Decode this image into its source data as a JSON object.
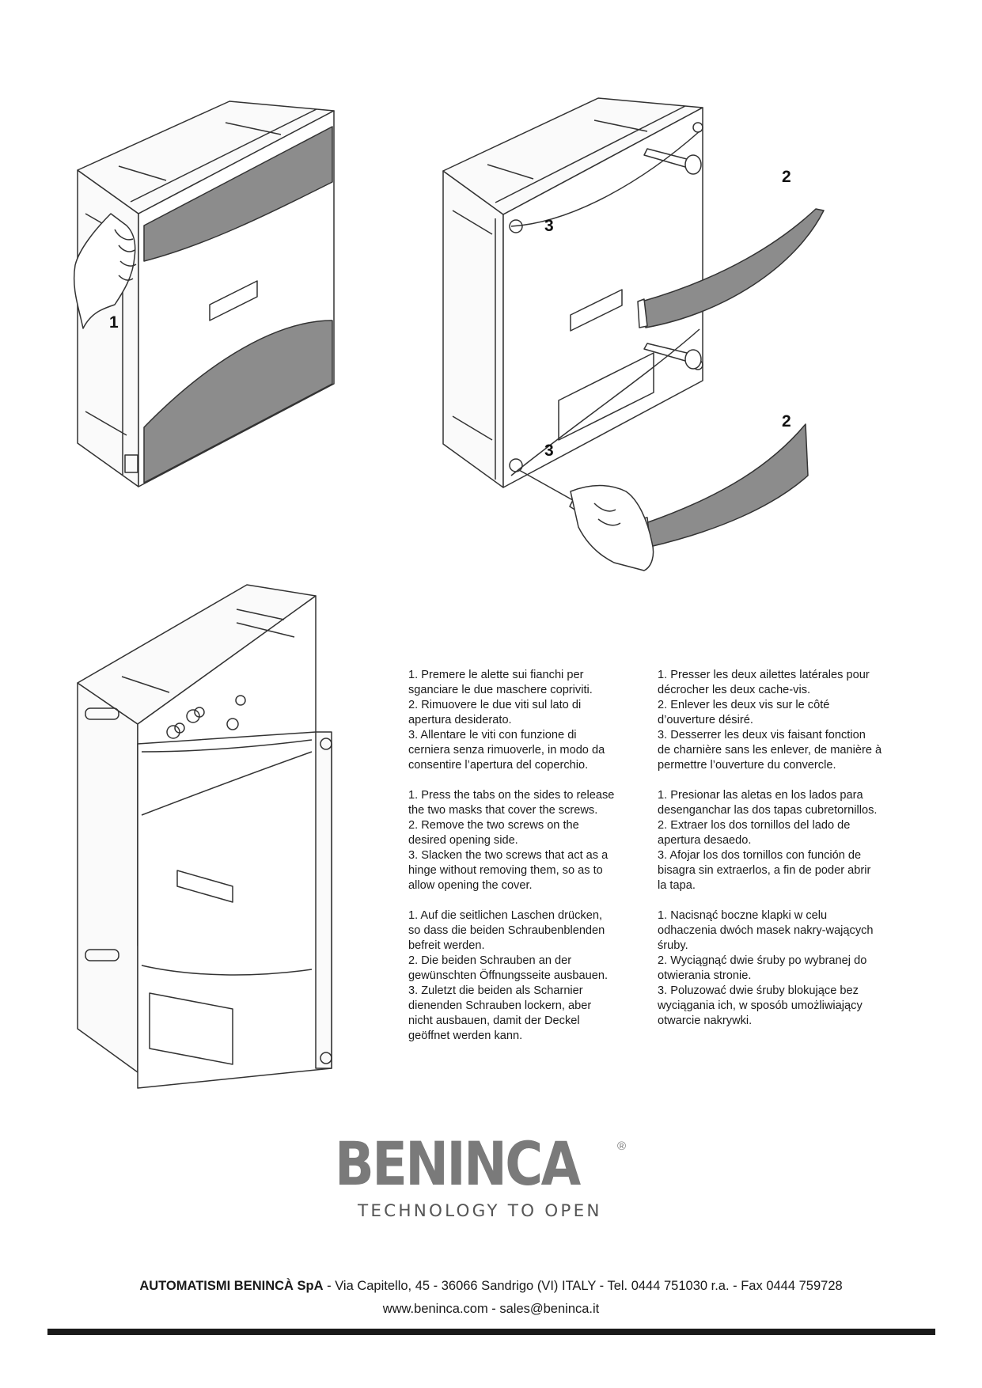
{
  "figures": {
    "fig1": {
      "step_label": "1"
    },
    "fig2": {
      "screw_label_top": "2",
      "screw_label_bottom": "2",
      "hinge_label_top": "3",
      "hinge_label_bottom": "3"
    }
  },
  "instructions": {
    "italian": [
      [
        "1. Premere le alette sui fianchi per",
        "sganciare le due maschere copriviti."
      ],
      [
        "2. Rimuovere le due viti sul lato di",
        "apertura desiderato."
      ],
      [
        "3. Allentare le viti con funzione di",
        "cerniera senza rimuoverle, in modo da",
        "consentire l’apertura del coperchio."
      ]
    ],
    "english": [
      [
        "1. Press the tabs on the sides to release",
        "the two masks that cover the screws."
      ],
      [
        "2. Remove the two screws on the",
        "desired opening side."
      ],
      [
        "3. Slacken the two screws that act as a",
        "hinge without removing them, so as to",
        "allow opening the cover."
      ]
    ],
    "german": [
      [
        "1. Auf die seitlichen Laschen drücken,",
        "so dass die beiden Schraubenblenden",
        "befreit werden."
      ],
      [
        "2. Die beiden Schrauben an der",
        "gewünschten Öffnungsseite ausbauen."
      ],
      [
        "3. Zuletzt die beiden als Scharnier",
        "dienenden Schrauben lockern, aber",
        "nicht ausbauen, damit der Deckel",
        "geöffnet werden kann."
      ]
    ],
    "french": [
      [
        "1. Presser les deux ailettes latérales pour",
        "décrocher les deux cache-vis."
      ],
      [
        "2. Enlever les deux vis sur le côté",
        "d’ouverture désiré."
      ],
      [
        "3. Desserrer les deux vis faisant fonction",
        "de charnière sans les enlever, de manière à",
        "permettre l’ouverture du convercle."
      ]
    ],
    "spanish": [
      [
        "1. Presionar las aletas en los lados para",
        "desenganchar las dos tapas cubretornillos."
      ],
      [
        "2. Extraer los dos tornillos del lado de",
        "apertura desaedo."
      ],
      [
        "3. Afojar los dos tornillos con función de",
        "bisagra sin extraerlos, a fin de poder abrir",
        "la tapa."
      ]
    ],
    "polish": [
      [
        "1. Nacisnąć boczne klapki w celu",
        "odhaczenia dwóch masek nakry-wających",
        "śruby."
      ],
      [
        "2. Wyciągnąć dwie śruby po wybranej do",
        "otwierania stronie."
      ],
      [
        "3. Poluzować dwie śruby blokujące bez",
        "wyciągania ich, w sposób umożliwiający",
        "otwarcie nakrywki."
      ]
    ]
  },
  "logo": {
    "wordmark": "BENINCA",
    "registered": "®",
    "tagline": "TECHNOLOGY TO OPEN"
  },
  "footer": {
    "company": "AUTOMATISMI BENINCÀ SpA",
    "address": " - Via Capitello, 45 - 36066 Sandrigo (VI) ITALY - Tel. 0444 751030 r.a. - Fax 0444 759728",
    "web_contact": "www.beninca.com - sales@beninca.it"
  },
  "colors": {
    "panel_grey": "#8c8c8c",
    "line": "#333333",
    "logo_grey": "#7a7a7a",
    "bar": "#1a1a1a"
  }
}
